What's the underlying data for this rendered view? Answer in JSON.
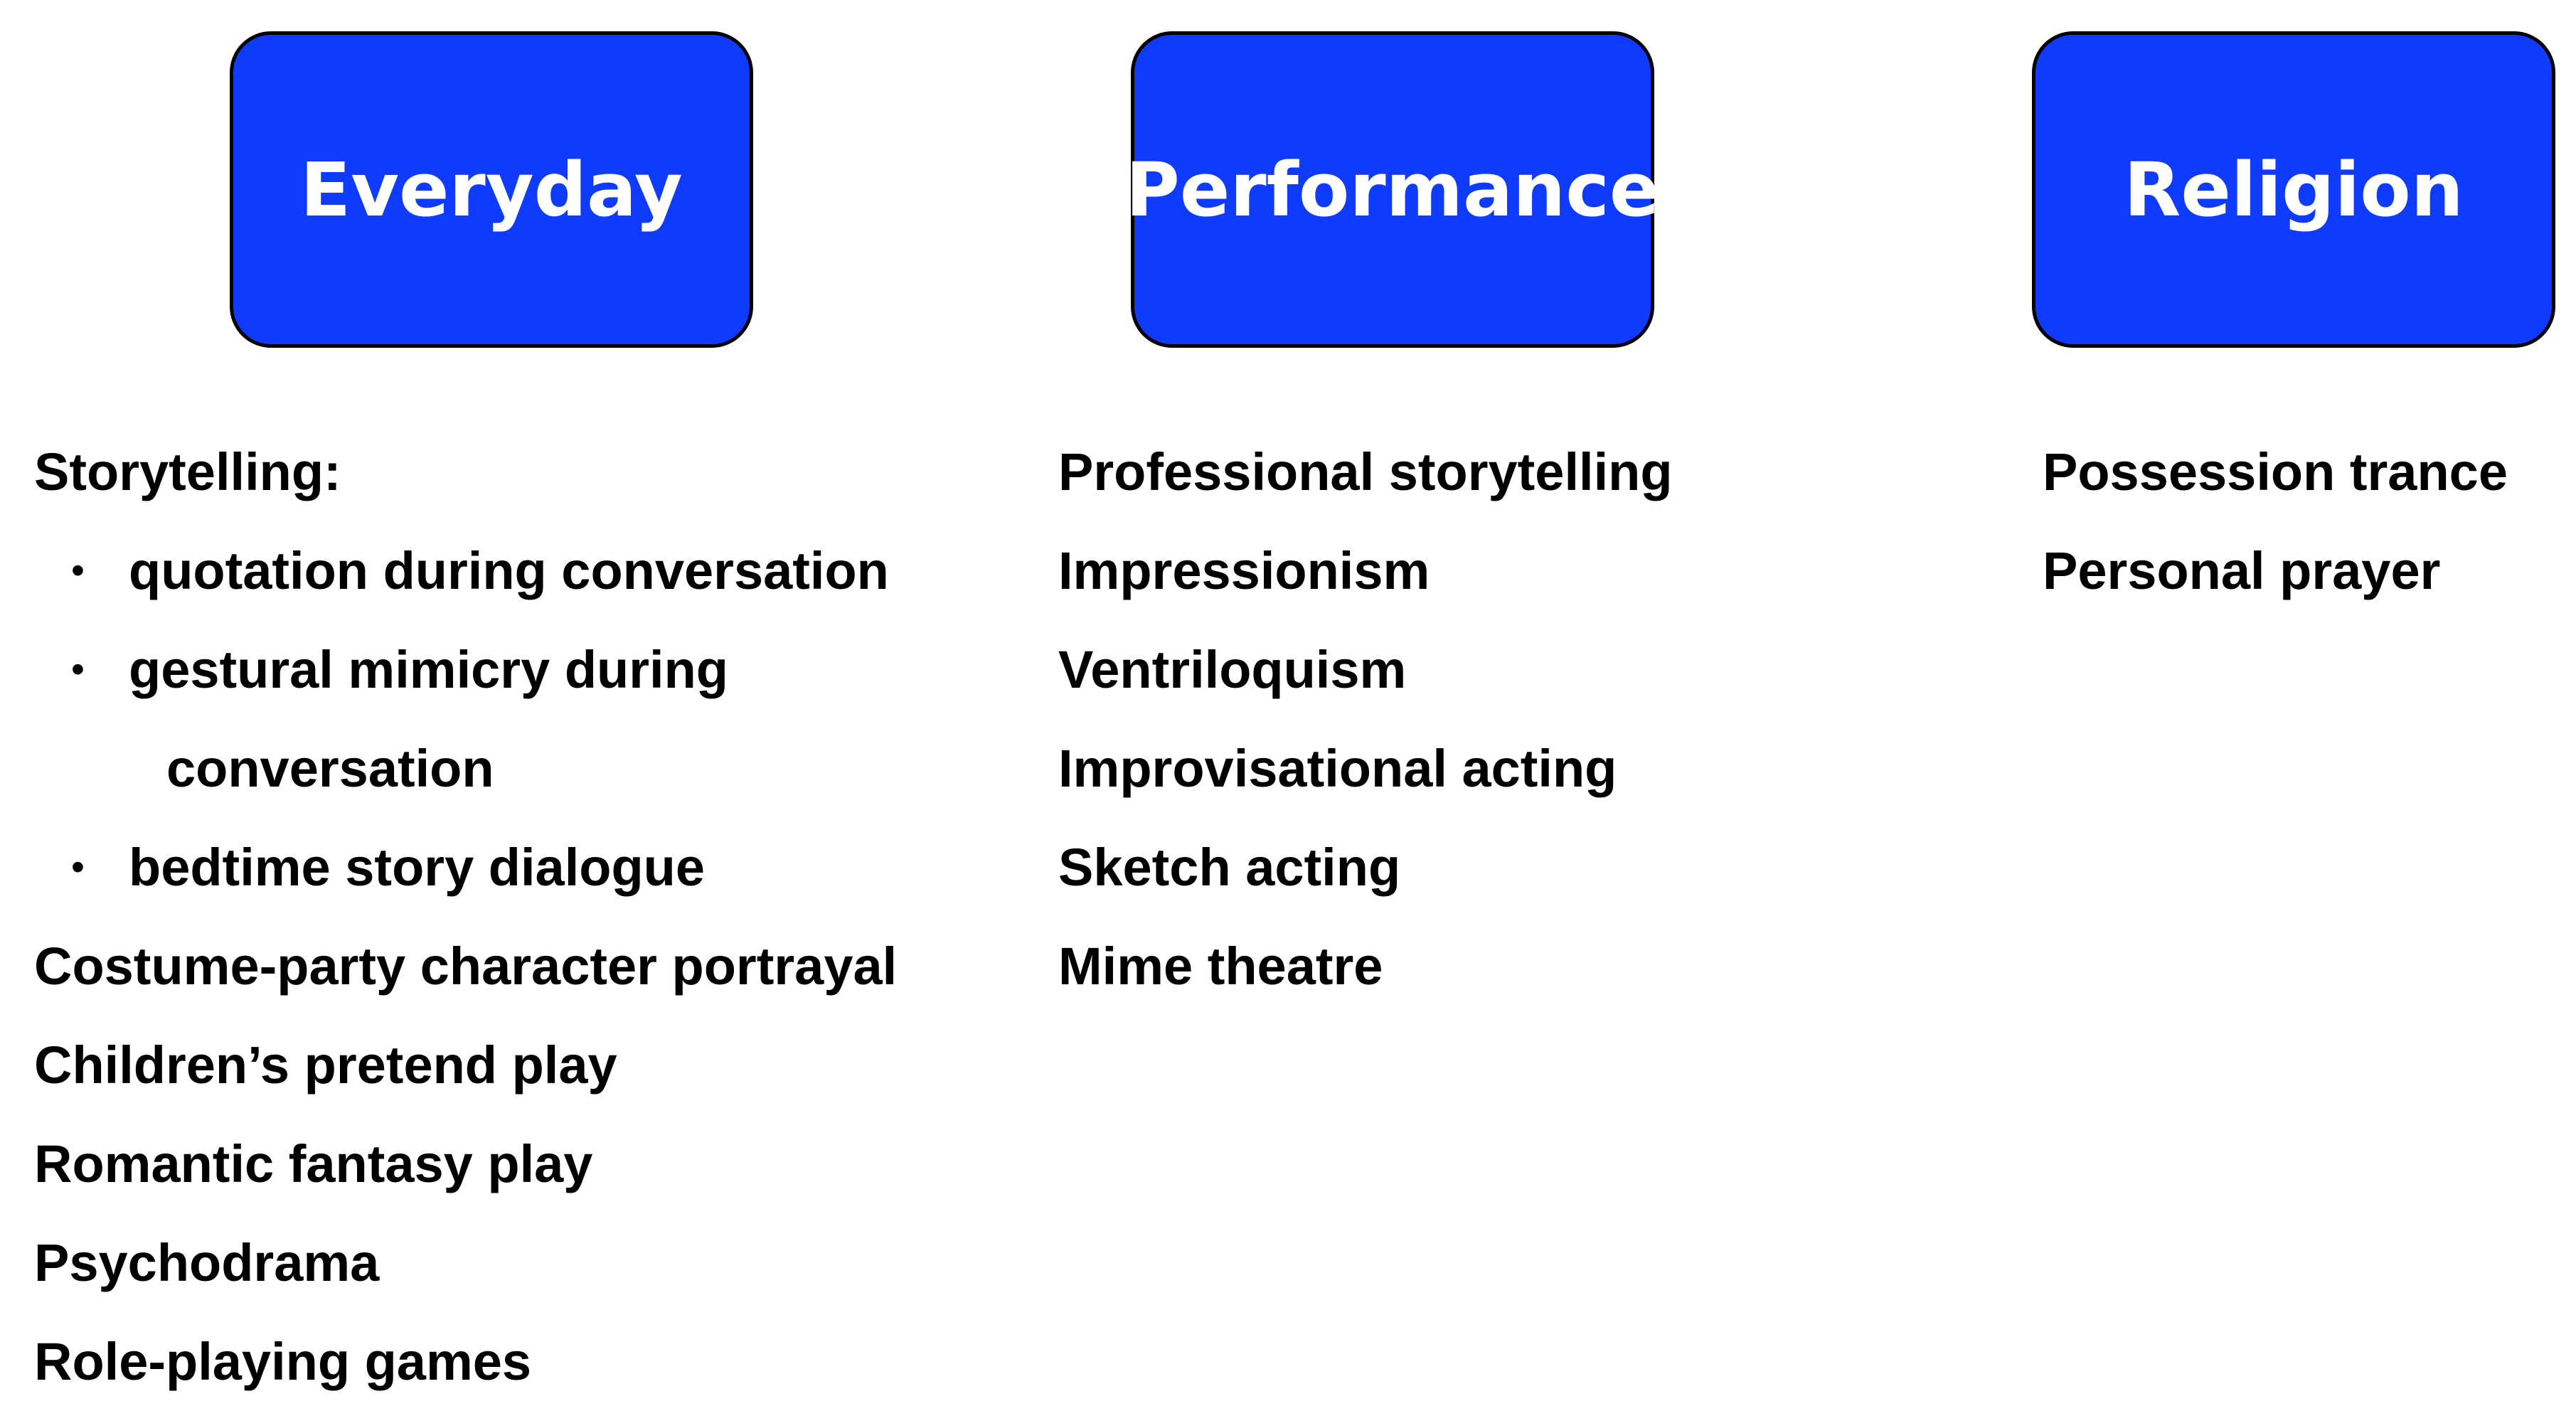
{
  "headers": {
    "everyday": "Everyday",
    "performance": "Performance",
    "religion": "Religion"
  },
  "colors": {
    "header_fill": "#0f3bff",
    "header_text": "#ffffff",
    "border": "#000000",
    "body_text": "#000000"
  },
  "everyday": {
    "storytelling": "Storytelling:",
    "quotation": "quotation during conversation",
    "gestural_line1": "gestural mimicry during",
    "gestural_line2": "conversation",
    "bedtime": "bedtime story dialogue",
    "costume": "Costume-party character portrayal",
    "pretend": "Children’s pretend play",
    "romantic": "Romantic fantasy play",
    "psychodrama": "Psychodrama",
    "roleplaying": "Role-playing games"
  },
  "performance": {
    "items": [
      "Professional storytelling",
      "Impressionism",
      "Ventriloquism",
      "Improvisational acting",
      "Sketch acting",
      "Mime theatre"
    ]
  },
  "religion": {
    "items": [
      "Possession trance",
      "Personal prayer"
    ]
  }
}
